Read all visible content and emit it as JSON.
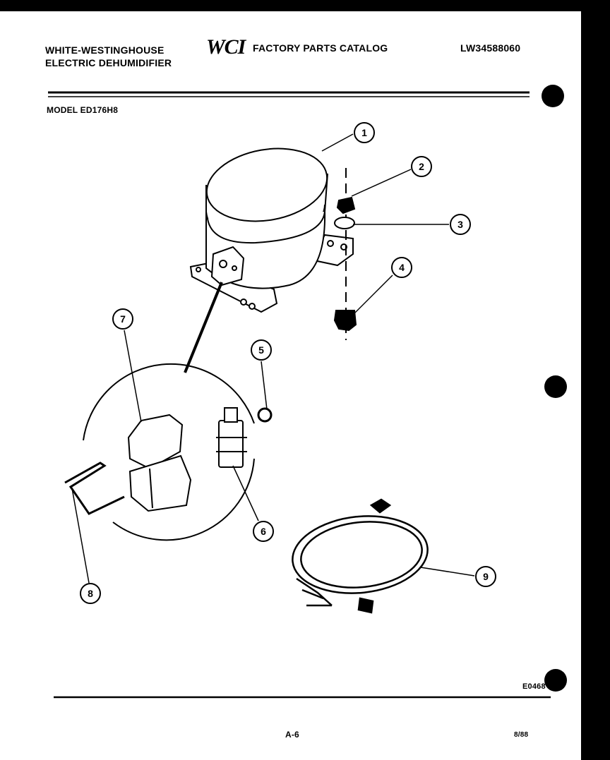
{
  "header": {
    "brand_line1": "WHITE-WESTINGHOUSE",
    "brand_line2": "ELECTRIC DEHUMIDIFIER",
    "logo_text": "WCI",
    "catalog_title": "FACTORY PARTS CATALOG",
    "catalog_number": "LW34588060"
  },
  "model_label": "MODEL ED176H8",
  "callouts": [
    "1",
    "2",
    "3",
    "4",
    "5",
    "6",
    "7",
    "8",
    "9"
  ],
  "footer": {
    "diagram_code": "E0468",
    "page_number": "A-6",
    "date_code": "8/88"
  }
}
